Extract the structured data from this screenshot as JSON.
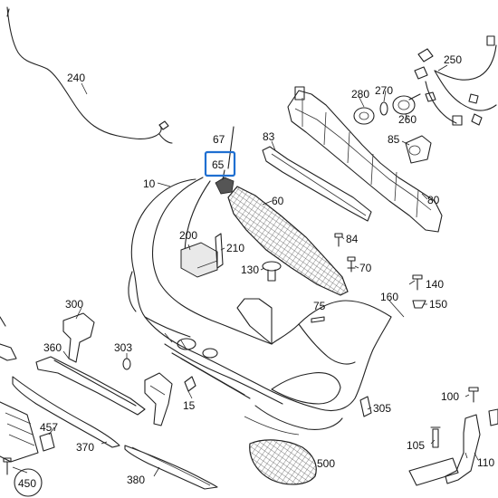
{
  "diagram": {
    "labels": [
      "240",
      "250",
      "280",
      "270",
      "260",
      "85",
      "83",
      "80",
      "67",
      "65",
      "10",
      "60",
      "200",
      "210",
      "84",
      "70",
      "130",
      "140",
      "150",
      "160",
      "75",
      "300",
      "303",
      "360",
      "15",
      "305",
      "100",
      "457",
      "370",
      "110",
      "105",
      "380",
      "450",
      "500"
    ],
    "highlighted_label": "65"
  },
  "colors": {
    "highlight": "#1f6fd1",
    "line": "#222222"
  },
  "icons": [
    "bumper-cover",
    "grille-mesh",
    "wiring-harness",
    "sensor",
    "bracket",
    "clip",
    "screw"
  ]
}
